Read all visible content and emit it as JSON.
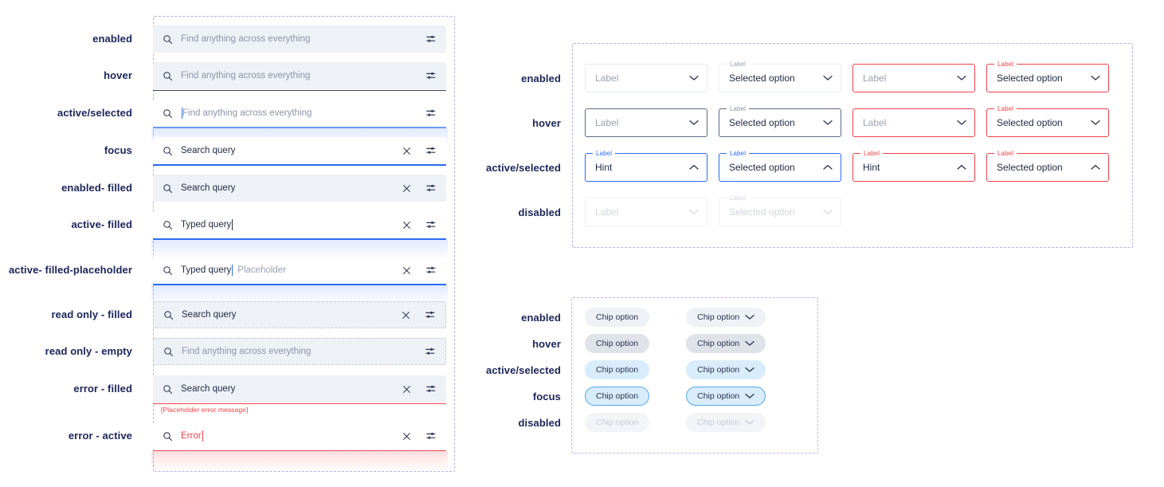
{
  "search_spec": {
    "rows": [
      {
        "label": "enabled",
        "state": "enabled",
        "text": "Find anything across everything",
        "filled": false,
        "clear": false
      },
      {
        "label": "hover",
        "state": "hover",
        "text": "Find anything across everything",
        "filled": false,
        "clear": false
      },
      {
        "label": "active/selected",
        "state": "active",
        "text": "Find anything across everything",
        "filled": false,
        "clear": false
      },
      {
        "label": "focus",
        "state": "focus",
        "text": "Search query",
        "filled": true,
        "clear": true
      },
      {
        "label": "enabled- filled",
        "state": "enabled",
        "text": "Search query",
        "filled": true,
        "clear": true
      },
      {
        "label": "active- filled",
        "state": "active-filled",
        "text": "Typed query",
        "filled": true,
        "clear": true
      },
      {
        "label": "active- filled-placeholder",
        "state": "active-filled-placeholder",
        "text": "Typed query",
        "placeholder": "Placeholder",
        "filled": true,
        "clear": true
      },
      {
        "label": "read only - filled",
        "state": "readonly",
        "text": "Search query",
        "filled": true,
        "clear": true
      },
      {
        "label": "read only - empty",
        "state": "readonly",
        "text": "Find anything across everything",
        "filled": false,
        "clear": false
      },
      {
        "label": "error - filled",
        "state": "error",
        "text": "Search query",
        "filled": true,
        "clear": true,
        "error_message": "[Placeholder error message]"
      },
      {
        "label": "error - active",
        "state": "error-active",
        "text": "Error",
        "filled": true,
        "clear": true
      }
    ],
    "icons": {
      "search": "search-icon",
      "clear": "close-icon",
      "tune": "tune-icon"
    }
  },
  "dropdown_spec": {
    "rows": [
      {
        "label": "enabled",
        "cells": [
          {
            "variant": "plain",
            "value": "Label",
            "selected": false,
            "caret": "chevron-down-icon"
          },
          {
            "variant": "notched-enabled",
            "notch": "Label",
            "value": "Selected option",
            "selected": true,
            "caret": "chevron-down-icon"
          },
          {
            "variant": "error",
            "value": "Label",
            "selected": false,
            "caret": "chevron-down-icon"
          },
          {
            "variant": "error",
            "notch": "Label",
            "value": "Selected option",
            "selected": true,
            "caret": "chevron-down-icon"
          }
        ]
      },
      {
        "label": "hover",
        "cells": [
          {
            "variant": "hover",
            "value": "Label",
            "selected": false,
            "caret": "chevron-down-icon"
          },
          {
            "variant": "hover",
            "notch": "Label",
            "value": "Selected option",
            "selected": true,
            "caret": "chevron-down-icon"
          },
          {
            "variant": "error",
            "value": "Label",
            "selected": false,
            "caret": "chevron-down-icon"
          },
          {
            "variant": "error",
            "notch": "Label",
            "value": "Selected option",
            "selected": true,
            "caret": "chevron-down-icon"
          }
        ]
      },
      {
        "label": "active/selected",
        "cells": [
          {
            "variant": "active",
            "notch": "Label",
            "value": "Hint",
            "selected": true,
            "caret": "chevron-up-icon"
          },
          {
            "variant": "active",
            "notch": "Label",
            "value": "Selected option",
            "selected": true,
            "caret": "chevron-up-icon"
          },
          {
            "variant": "error",
            "notch": "Label",
            "value": "Hint",
            "selected": true,
            "caret": "chevron-up-icon"
          },
          {
            "variant": "error",
            "notch": "Label",
            "value": "Selected option",
            "selected": true,
            "caret": "chevron-up-icon"
          }
        ]
      },
      {
        "label": "disabled",
        "cells": [
          {
            "variant": "disabled",
            "value": "Label",
            "selected": false,
            "caret": "chevron-down-icon"
          },
          {
            "variant": "disabled",
            "notch": "Label",
            "value": "Selected option",
            "selected": false,
            "caret": "chevron-down-icon"
          }
        ]
      }
    ]
  },
  "chip_spec": {
    "rows": [
      {
        "label": "enabled",
        "variant": "enabled",
        "chips": [
          "Chip option",
          "Chip option"
        ]
      },
      {
        "label": "hover",
        "variant": "hover",
        "chips": [
          "Chip option",
          "Chip option"
        ]
      },
      {
        "label": "active/selected",
        "variant": "selected",
        "chips": [
          "Chip option",
          "Chip option"
        ]
      },
      {
        "label": "focus",
        "variant": "focus",
        "chips": [
          "Chip option",
          "Chip option"
        ]
      },
      {
        "label": "disabled",
        "variant": "disabled",
        "chips": [
          "Chip option",
          "Chip option"
        ]
      }
    ],
    "caret_icon": "chevron-down-icon"
  },
  "colors": {
    "field_bg": "#EEF1F6",
    "text_primary": "#222B45",
    "text_placeholder": "#8E94A6",
    "accent_blue": "#2B6CF0",
    "active_blue": "#6E9BF0",
    "error_red": "#F0414A",
    "hover_underline": "#39445C",
    "chip_selected": "#D8ECFB",
    "spec_border_purple": "#B3B0E8",
    "spec_border_violet": "#D4A9EF"
  }
}
